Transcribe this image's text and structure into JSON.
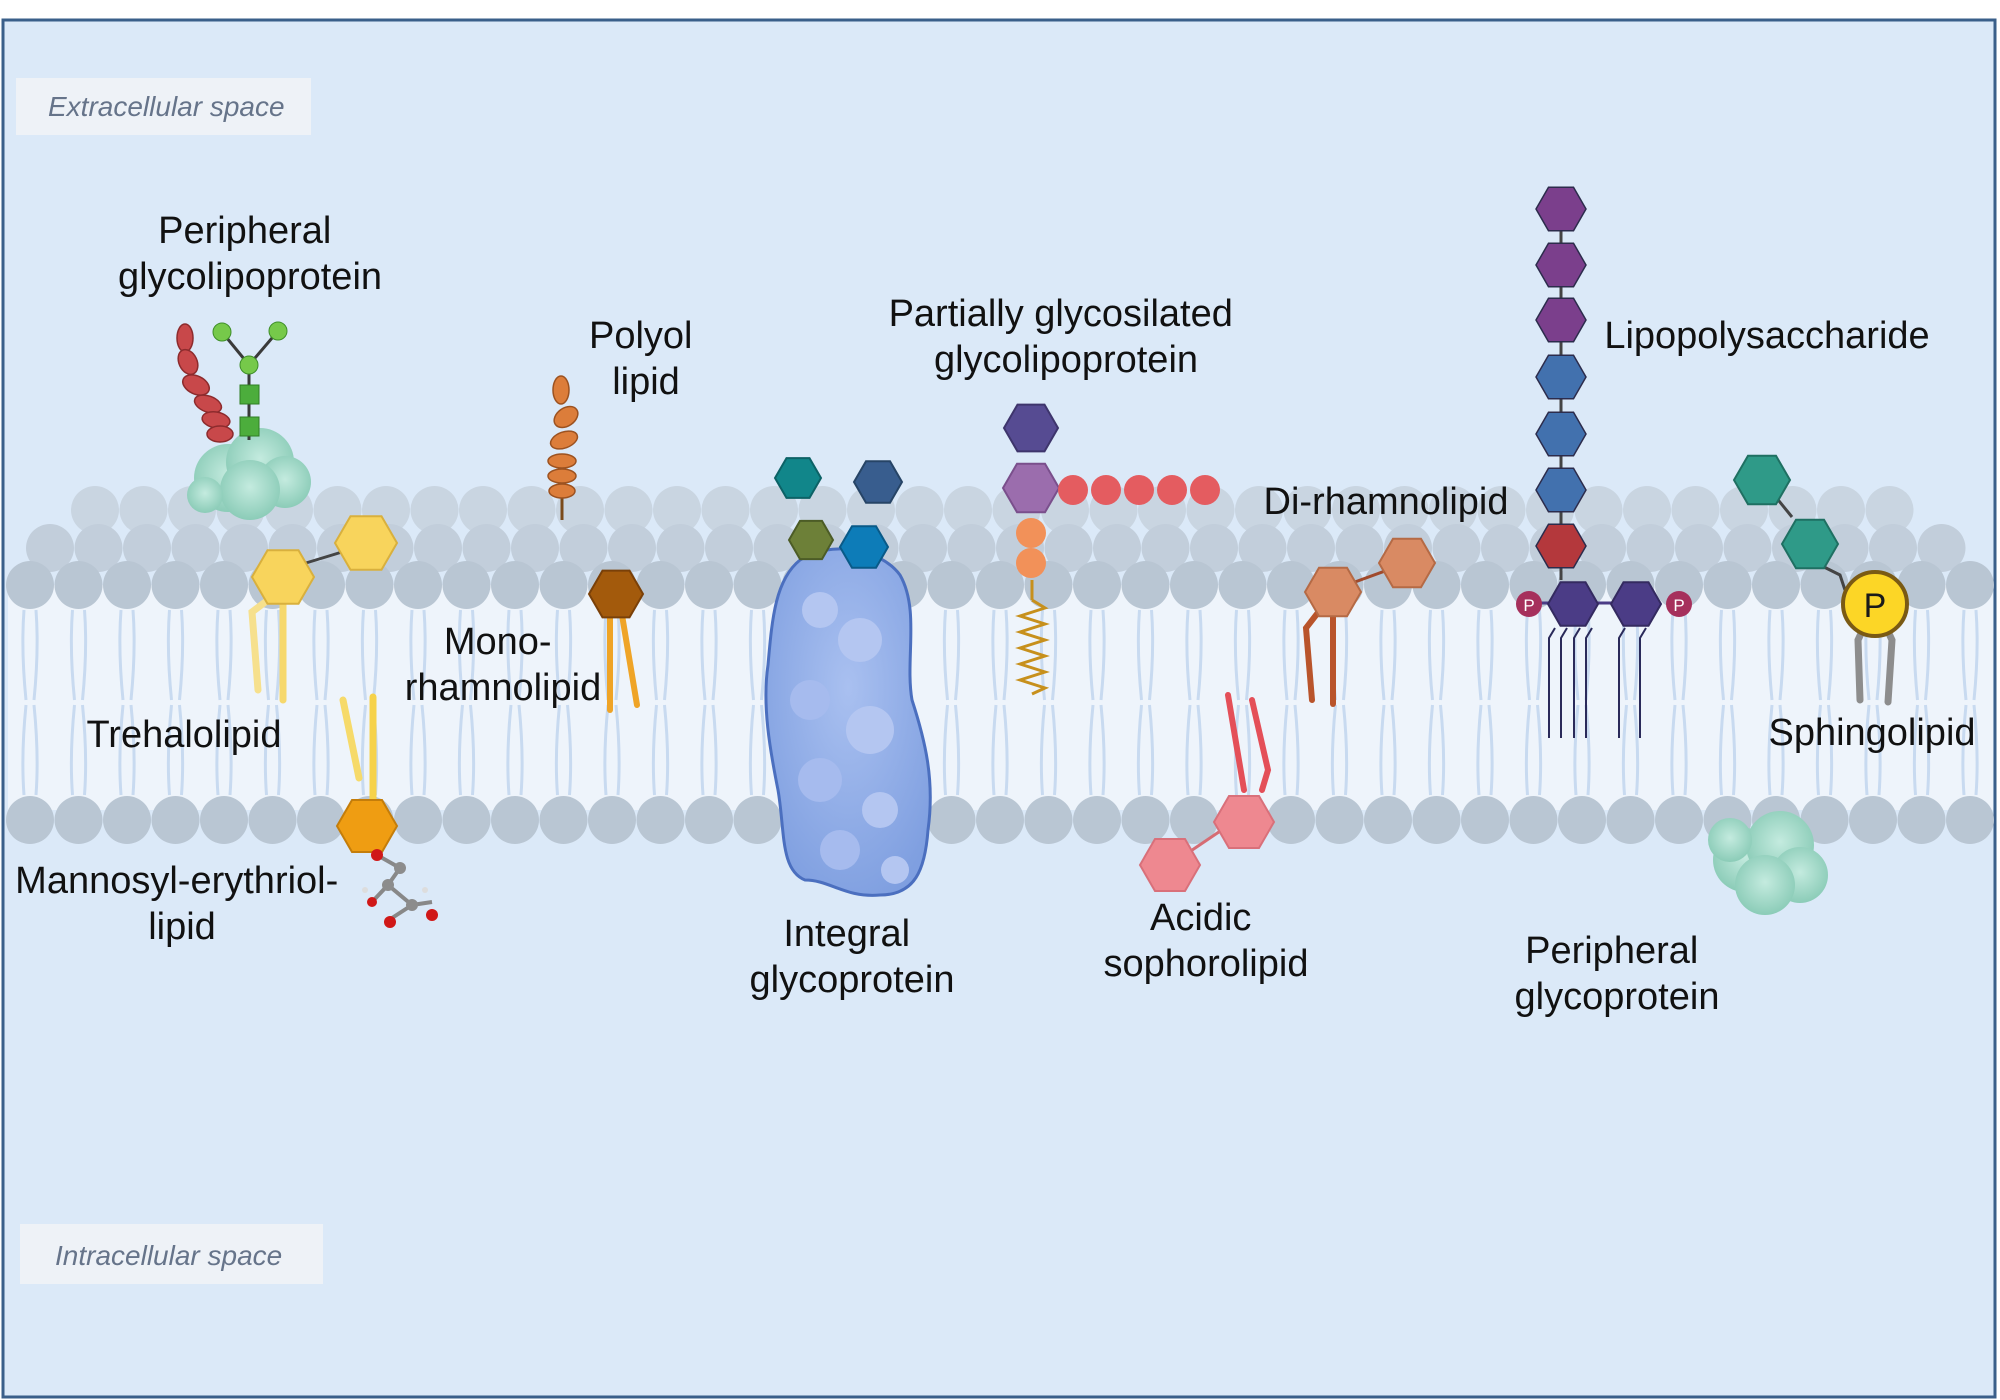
{
  "regions": {
    "extracellular": "Extracellular space",
    "intracellular": "Intracellular space"
  },
  "labels": {
    "peripheral_glycolipoprotein": [
      "Peripheral",
      "glycolipoprotein"
    ],
    "polyol_lipid": [
      "Polyol",
      "lipid"
    ],
    "partially_glycosylated": [
      "Partially glycosilated",
      "glycolipoprotein"
    ],
    "lipopolysaccharide": [
      "Lipopolysaccharide"
    ],
    "di_rhamnolipid": [
      "Di-rhamnolipid"
    ],
    "mono_rhamnolipid": [
      "Mono-",
      "rhamnolipid"
    ],
    "trehalolipid": [
      "Trehalolipid"
    ],
    "sphingolipid": [
      "Sphingolipid"
    ],
    "mannosyl_erythritol": [
      "Mannosyl-erythriol-",
      "lipid"
    ],
    "integral_glycoprotein": [
      "Integral",
      "glycoprotein"
    ],
    "acidic_sophorolipid": [
      "Acidic",
      "sophorolipid"
    ],
    "peripheral_glycoprotein": [
      "Peripheral",
      "glycoprotein"
    ]
  },
  "symbols": {
    "phosphate": "P"
  },
  "colors": {
    "background": "#dbe9f8",
    "frame": "#3a5f8a",
    "lipid_head": "#b9c6d3",
    "tail_region": "#eef4fb",
    "yellow_hex": "#f8d45c",
    "orange_hex": "#ef9d12",
    "brown_hex": "#a35a0c",
    "teal_hex": "#2f9a88",
    "integral_protein": "#8eabe6",
    "peripheral_protein": "#a8dccd",
    "purple_hex": "#7b3f8c",
    "blue_hex": "#4271ae",
    "red_hex": "#b4383c",
    "navy_hex": "#4b3c86",
    "rhamnose": "#d98a63",
    "sophorose": "#ee8890",
    "phosphate_yellow": "#fcd626",
    "phosphate_magenta": "#a6305c"
  }
}
